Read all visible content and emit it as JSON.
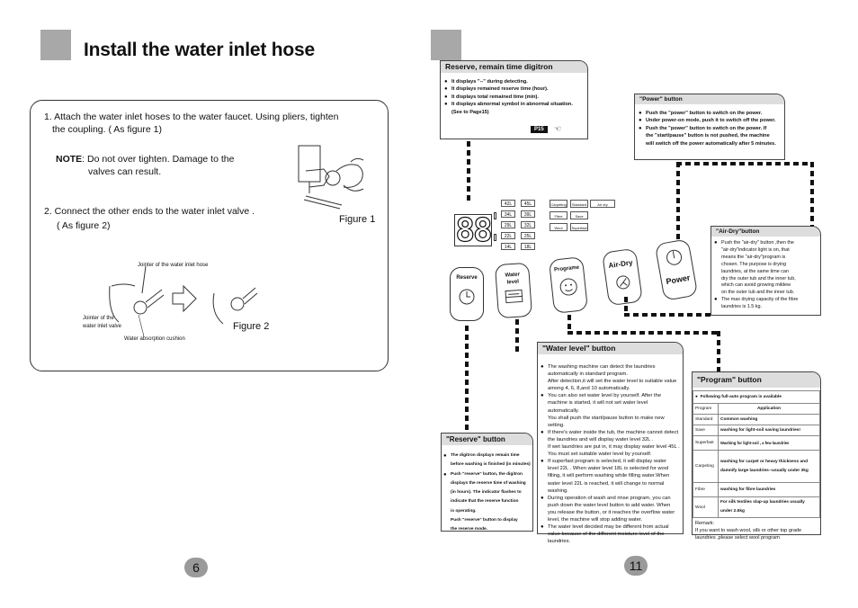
{
  "left": {
    "title": "Install the water inlet hose",
    "step1": "1. Attach the water inlet hoses to the water faucet. Using pliers, tighten",
    "step1b": "the coupling.  ( As figure 1)",
    "note_label": "NOTE",
    "note_text": ":  Do not over tighten. Damage to the",
    "note_text2": "valves can result.",
    "step2": "2. Connect the  other ends to the water inlet valve .",
    "step2b": "( As figure 2)",
    "figure1": "Figure 1",
    "figure2": "Figure 2",
    "fig2_jointer_hose": "Jointer of the water inlet hose",
    "fig2_jointer_valve_1": "Jointer  of  the",
    "fig2_jointer_valve_2": "water inlet valve",
    "fig2_cushion": "Water absorption cushion",
    "page": "6"
  },
  "right": {
    "page": "11",
    "reserve_remain": {
      "title": "Reserve, remain time digitron",
      "items": [
        "It displays \"--\" during detecting.",
        "It displays remained reserve time (hour).",
        "It displays total remained time (min).",
        "It displays abnormal symbol in abnormal situation.",
        "(See to Page15)"
      ],
      "tag": "P15"
    },
    "power": {
      "title": "\"Power\" button",
      "items": [
        "Push the \"power\" button to switch on the power.",
        "Under power-on mode, push it to switch off the power.",
        "Push the \"power\" button to switch on the power. If",
        "the \"start/pause\" button is not pushed, the machine",
        "will switch off the power automatically after 5 minutes."
      ]
    },
    "airdry": {
      "title": "\"Air-Dry\"button",
      "items": [
        "Push the \"air-dry\" button ,then  the",
        "\"air-dry\"indicator  light is on, that",
        "means  the  \"air-dry\"program is",
        "chosen.  The purpose is drying",
        "laundries,  at the same time can",
        "dry the outer tub and the inner tub,",
        "which  can avoid growing mildew",
        "on the outer  tub and  the inner tub.",
        "The max drying capacity of the fibre",
        "laundries  is 1.5 kg."
      ]
    },
    "panel": {
      "digits": "88",
      "levels": [
        [
          "42L",
          "45L"
        ],
        [
          "34L",
          "39L"
        ],
        [
          "29L",
          "32L"
        ],
        [
          "22L",
          "25L"
        ],
        [
          "14L",
          "18L"
        ]
      ],
      "programs": [
        "Carpeting",
        "Standard",
        "Fibre",
        "Save",
        "Wool",
        "Superfast"
      ],
      "air_dry": "Air dry",
      "btn_reserve": "Reserve",
      "btn_water_1": "Water",
      "btn_water_2": "level",
      "btn_programme": "Programe",
      "btn_airdry": "Air-Dry",
      "btn_power": "Power"
    },
    "water_level": {
      "title": "\"Water level\" button",
      "lines": [
        "The washing machine can detect the laundries",
        "automatically in standard  program.",
        "After detection,it will set the water level to suitable value",
        "among 4, 6, 8,and 10 automatically.",
        "You can also set water level by yourself. After the",
        "machine is started, it will not set water level automatically.",
        "You shall push the  start/pause  button to make new",
        "setting.",
        "If there's water inside the tub, the machine cannot detect",
        "the laundries and will display water level  32L .",
        "If wet laundries are put in, it may display water level  45L .",
        "You must set suitable water level by yourself.",
        "If  superfast  program is selected, it will display water",
        "level  22L .  When water level  18L  is selected for wool",
        "filling, it will perform washing while filling water.When",
        "water level  22L  is reached, it will change to normal",
        "washing.",
        "During operation of  wash  and  rinse  program, you can",
        "push down the water level  button to add water. When",
        "you release the button, or it reaches the overflow water",
        " level, the machine will stop adding water.",
        "The water level decided may be different from actual",
        "value because of the  different moisture level of the",
        "laundries."
      ]
    },
    "reserve": {
      "title": "\"Reserve\" button",
      "lines": [
        "The digitron displays remain time",
        "before washing is finished (in minutes)",
        "Push \"reserve\" button, the digitron",
        "displays the reserve time of washing",
        "(in hours). The indicator flashes to",
        "indicate that the reserve function",
        "is operating.",
        "Push \"reserve\" button to display",
        "the reserve mode."
      ]
    },
    "program": {
      "title": "\"Program\" button",
      "header": "Following full-auto program is available",
      "col1": "Program",
      "col2": "Application",
      "rows": [
        [
          "Standard",
          "Common washing"
        ],
        [
          "Save",
          "washing for light-soil saving laundries!"
        ],
        [
          "Superfast",
          "Washing for light-soil  ,  a few laundries"
        ],
        [
          "Carpeting",
          "washing for carpet or heavy thickness and  damnify large laundries--usually under 3kg"
        ],
        [
          "Fibre",
          "washing for  fibre  laundries"
        ],
        [
          "Wool",
          "For silk textiles slap-up laundries usually under  2.5kg"
        ]
      ],
      "remark": "Remark:",
      "remark_text": "If you want to wash wool,  silk or other top grade laundries ,please select wool program"
    }
  }
}
